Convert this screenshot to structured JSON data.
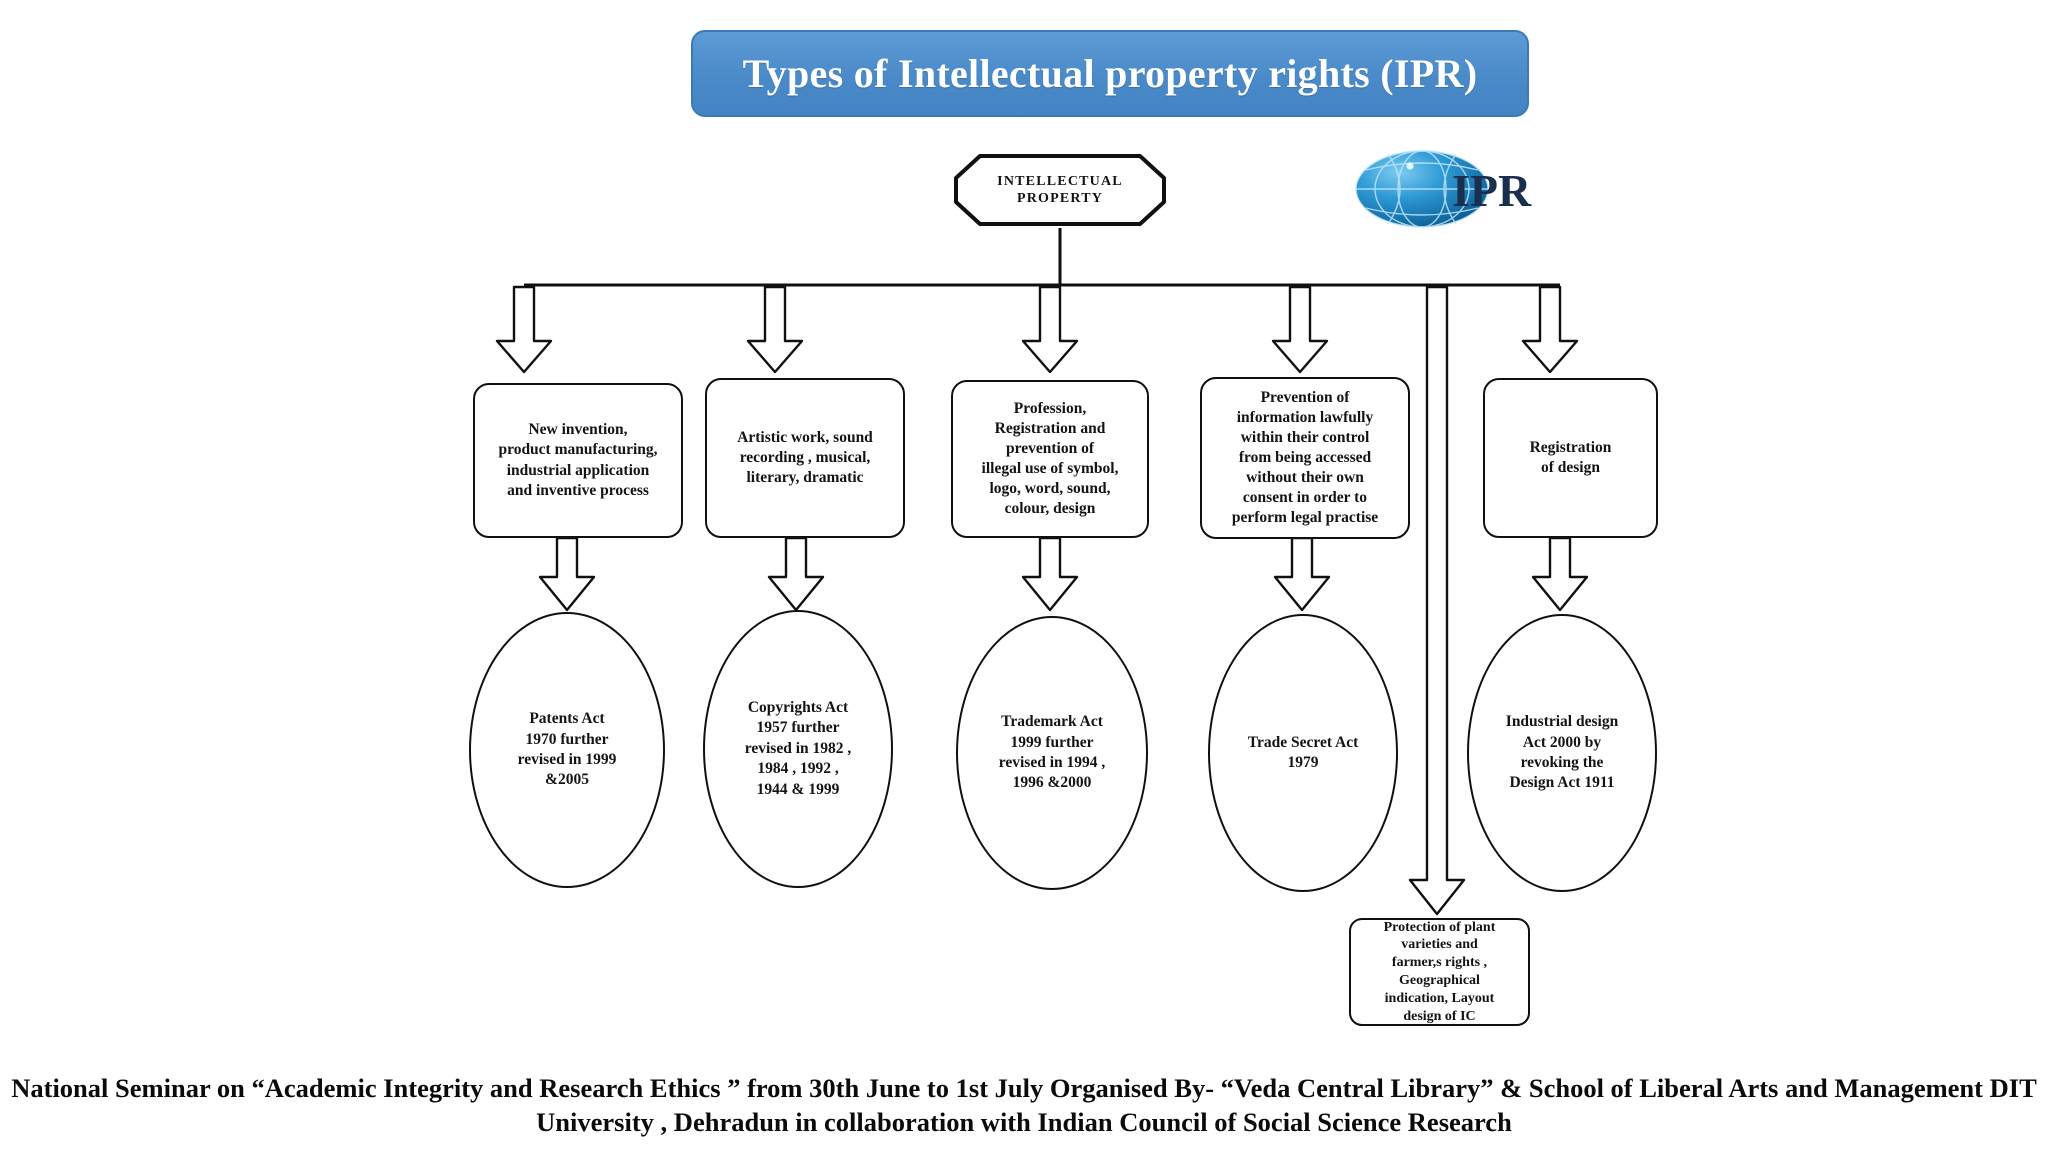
{
  "page": {
    "background": "#ffffff",
    "title": "Types of Intellectual property rights (IPR)"
  },
  "banner": {
    "text": "Types of Intellectual property rights (IPR)",
    "fill": "#4a8ac9",
    "border": "#3d7ab5",
    "text_color": "#ffffff"
  },
  "root": {
    "line1": "INTELLECTUAL",
    "line2": "PROPERTY"
  },
  "logo": {
    "text": "IPR",
    "globe_color": "#1f86c8",
    "text_color": "#1a2f4e"
  },
  "categories": [
    {
      "id": "patent",
      "description": "New invention,\nproduct manufacturing,\nindustrial application\nand inventive process",
      "act": "Patents Act\n1970 further\nrevised in 1999\n&2005"
    },
    {
      "id": "copyright",
      "description": "Artistic work, sound\nrecording , musical,\nliterary, dramatic",
      "act": "Copyrights Act\n1957 further\nrevised in 1982 ,\n1984 , 1992 ,\n1944 & 1999"
    },
    {
      "id": "trademark",
      "description": "Profession,\nRegistration and\nprevention of\nillegal use of symbol,\nlogo, word, sound,\ncolour, design",
      "act": "Trademark Act\n1999 further\nrevised in 1994 ,\n1996 &2000"
    },
    {
      "id": "trade-secret",
      "description": "Prevention of\ninformation lawfully\nwithin their control\nfrom being accessed\nwithout their own\nconsent in order to\nperform legal practise",
      "act": "Trade Secret Act\n1979"
    },
    {
      "id": "industrial-design",
      "description": "Registration\nof design",
      "act": "Industrial design\nAct 2000 by\nrevoking the\nDesign Act 1911"
    }
  ],
  "other_rights": {
    "text": "Protection of plant\nvarieties and\nfarmer,s rights ,\nGeographical\nindication, Layout\ndesign of IC"
  },
  "footer": {
    "line1": "National Seminar on “Academic Integrity and Research Ethics ”  from 30th June to 1st July Organised By- “Veda Central Library” & School of Liberal Arts and Management DIT",
    "line2": "University , Dehradun in collaboration with Indian Council of Social Science Research"
  }
}
